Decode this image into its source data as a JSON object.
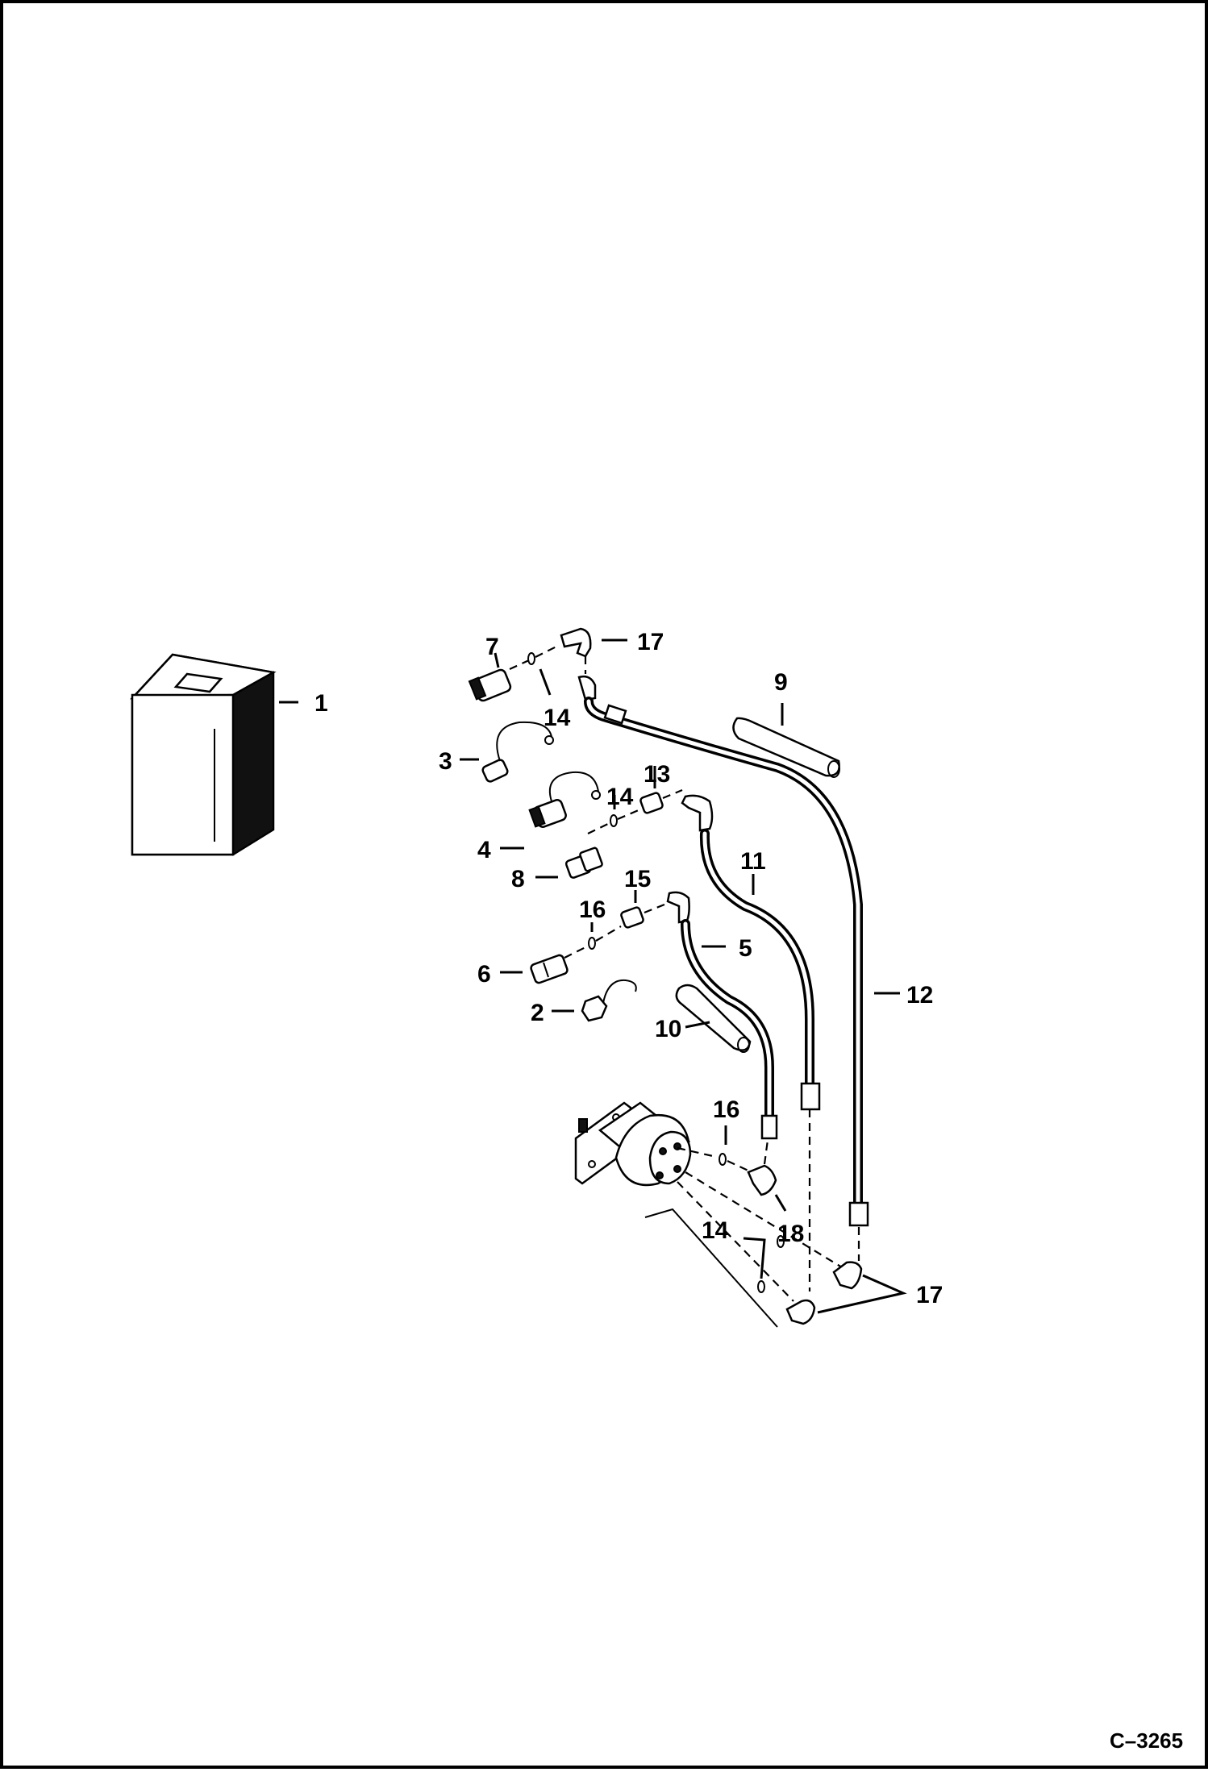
{
  "diagram": {
    "reference": "C–3265",
    "callouts": {
      "c1": "1",
      "c2": "2",
      "c3": "3",
      "c4": "4",
      "c5": "5",
      "c6": "6",
      "c7": "7",
      "c8": "8",
      "c9": "9",
      "c10": "10",
      "c11": "11",
      "c12": "12",
      "c13": "13",
      "c14a": "14",
      "c14b": "14",
      "c14c": "14",
      "c15": "15",
      "c16a": "16",
      "c16b": "16",
      "c17a": "17",
      "c17b": "17",
      "c18": "18"
    }
  }
}
